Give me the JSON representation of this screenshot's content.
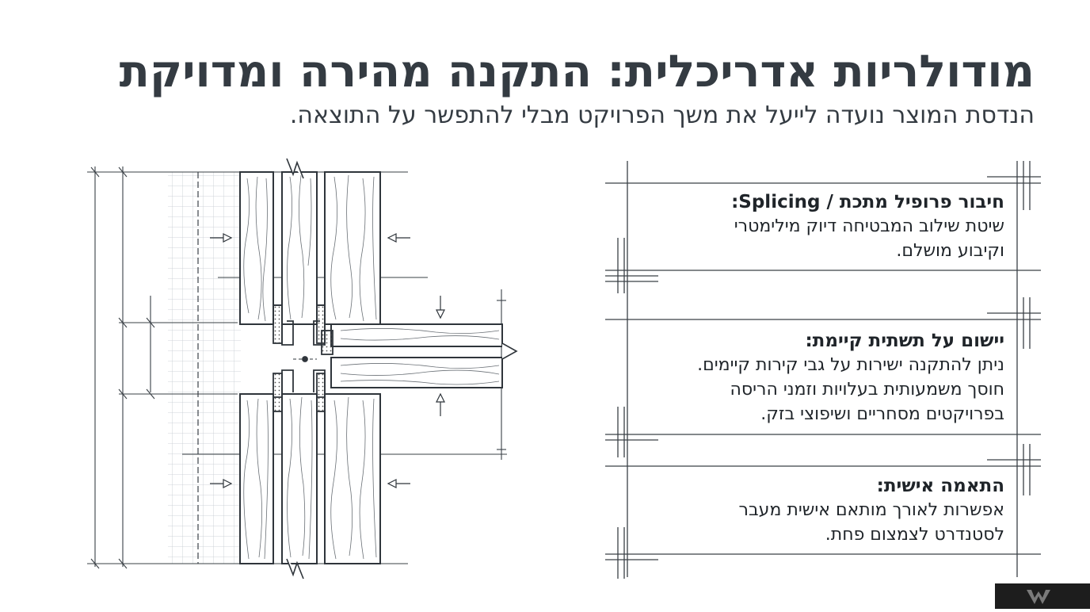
{
  "title": "מודולריות אדריכלית: התקנה מהירה ומדויקת",
  "subtitle": "הנדסת המוצר נועדה לייעל את משך הפרויקט מבלי להתפשר על התוצאה.",
  "cards": [
    {
      "title": "חיבור פרופיל מתכת / Splicing:",
      "lines": [
        "שיטת שילוב המבטיחה דיוק מילימטרי",
        "וקיבוע מושלם."
      ]
    },
    {
      "title": "יישום על תשתית קיימת:",
      "lines": [
        "ניתן להתקנה ישירות על גבי קירות קיימים.",
        "חוסך משמעותית בעלויות וזמני הריסה",
        "בפרויקטים מסחריים ושיפוצי בזק."
      ]
    },
    {
      "title": "התאמה אישית:",
      "lines": [
        "אפשרות לאורך מותאם אישית מעבר",
        "לסטנדרט לצמצום פחת."
      ]
    }
  ],
  "colors": {
    "ink": "#2b3238",
    "line": "#3a4046",
    "grid": "#b9c0c6",
    "logo_bg": "#1d1d1d"
  },
  "icons": [
    "technical-section-drawing",
    "brand-logo-icon"
  ]
}
